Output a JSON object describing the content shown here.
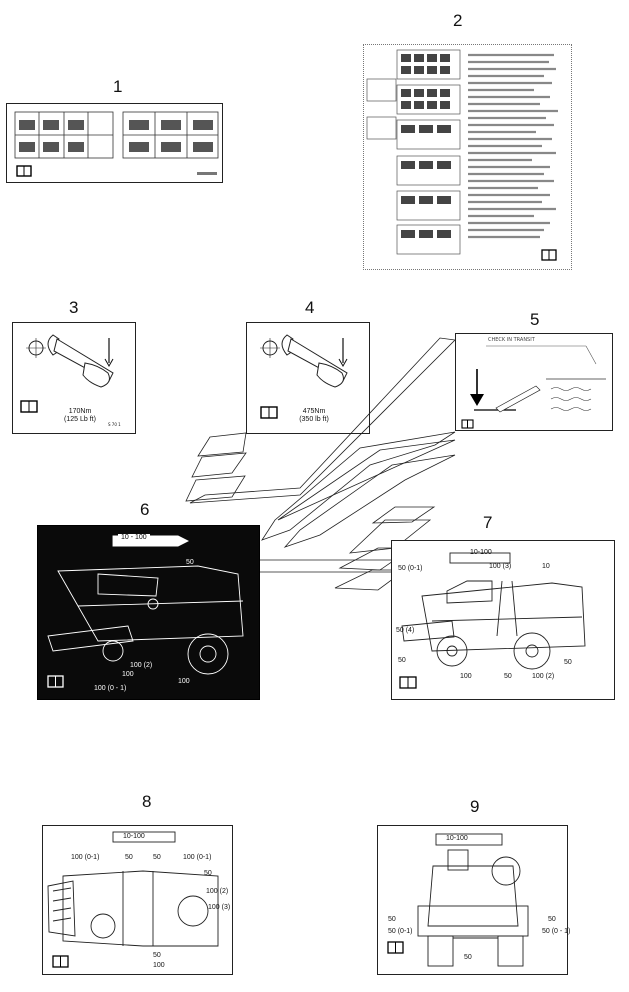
{
  "callouts": [
    "1",
    "2",
    "3",
    "4",
    "5",
    "6",
    "7",
    "8",
    "9"
  ],
  "decal3": {
    "torque": "170Nm",
    "torque_imperial": "(125 Lb ft)",
    "code": "S 70 1"
  },
  "decal4": {
    "torque": "475Nm",
    "torque_imperial": "(350 lb ft)"
  },
  "decal5": {
    "caption": "CHECK IN TRANSIT"
  },
  "decal6": {
    "tag": "10 - 100",
    "labels": [
      "50",
      "100 (2)",
      "100",
      "100 (0 - 1)",
      "100"
    ]
  },
  "decal7": {
    "tag": "10-100",
    "labels": [
      "50 (0-1)",
      "100 (3)",
      "10",
      "50 (4)",
      "50",
      "100",
      "50",
      "100 (2)",
      "50"
    ]
  },
  "decal8": {
    "tag": "10-100",
    "labels": [
      "100 (0-1)",
      "50",
      "50",
      "100 (0-1)",
      "50",
      "100 (2)",
      "100 (3)",
      "50",
      "100"
    ]
  },
  "decal9": {
    "tag": "10-100",
    "labels": [
      "50",
      "50 (0-1)",
      "50",
      "50 (0 - 1)",
      "50"
    ]
  }
}
